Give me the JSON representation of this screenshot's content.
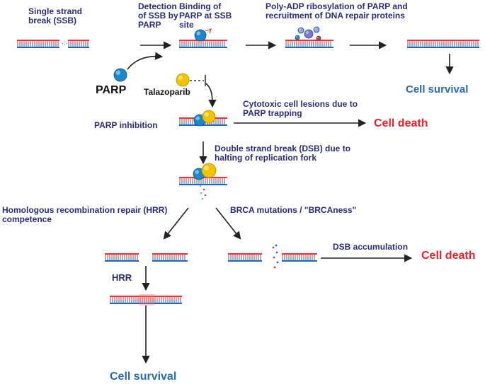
{
  "colors": {
    "label_text": "#2e2a72",
    "survival_text": "#2c6aa8",
    "death_text": "#e6222b",
    "dna_strand_red": "#d83a3f",
    "dna_strand_blue": "#2a63a8",
    "parp_blue": "#1a88c9",
    "talazoparib_yellow": "#f2c200",
    "arrow": "#222222"
  },
  "labels": {
    "ssb": "Single strand\nbreak (SSB)",
    "detection": "Detection\nof SSB by\nPARP",
    "binding": "Binding of\nPARP at SSB\nsite",
    "poly_adp": "Poly-ADP ribosylation of PARP and\nrecruitment of DNA repair proteins",
    "parp": "PARP",
    "talazoparib": "Talazoparib",
    "cell_survival_top": "Cell survival",
    "parp_inhibition": "PARP inhibition",
    "cytotoxic": "Cytotoxic cell lesions due to\nPARP trapping",
    "cell_death_top": "Cell death",
    "dsb": "Double strand break (DSB) due to\nhalting of replication fork",
    "hrr_competence": "Homologous recombination repair (HRR)\ncompetence",
    "brca": "BRCA mutations / \"BRCAness\"",
    "dsb_accumulation": "DSB accumulation",
    "cell_death_bottom": "Cell death",
    "hrr": "HRR",
    "cell_survival_bottom": "Cell survival"
  },
  "icons": [
    "dna-double-strand-icon",
    "parp-protein-icon",
    "talazoparib-molecule-icon",
    "par-chain-icon",
    "arrow-icon"
  ]
}
